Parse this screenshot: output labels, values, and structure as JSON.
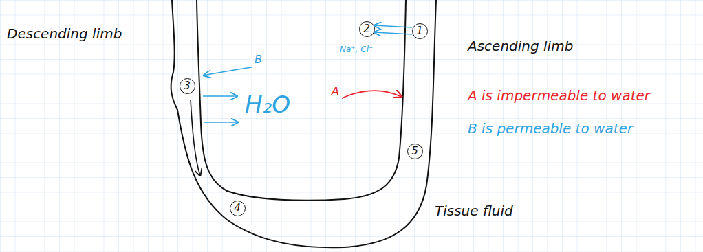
{
  "diagram": {
    "nodes": [
      {
        "text": [
          "2"
        ]
      },
      {
        "text": [
          "1"
        ]
      },
      {
        "text": [
          "3"
        ]
      },
      {
        "text": [
          "5"
        ]
      },
      {
        "text": [
          "4"
        ]
      }
    ],
    "edges": [
      {
        "from": 1,
        "to": 0,
        "arrow": "to"
      },
      {
        "from": 1,
        "to": 0,
        "arrow": "to"
      }
    ],
    "labels": [
      "Descending limb",
      "Na⁺, Cl⁻",
      "B",
      "Ascending limb",
      "H₂O",
      "A",
      "A is impermeable to water",
      "B is permeable to water",
      "Tissue fluid"
    ]
  }
}
